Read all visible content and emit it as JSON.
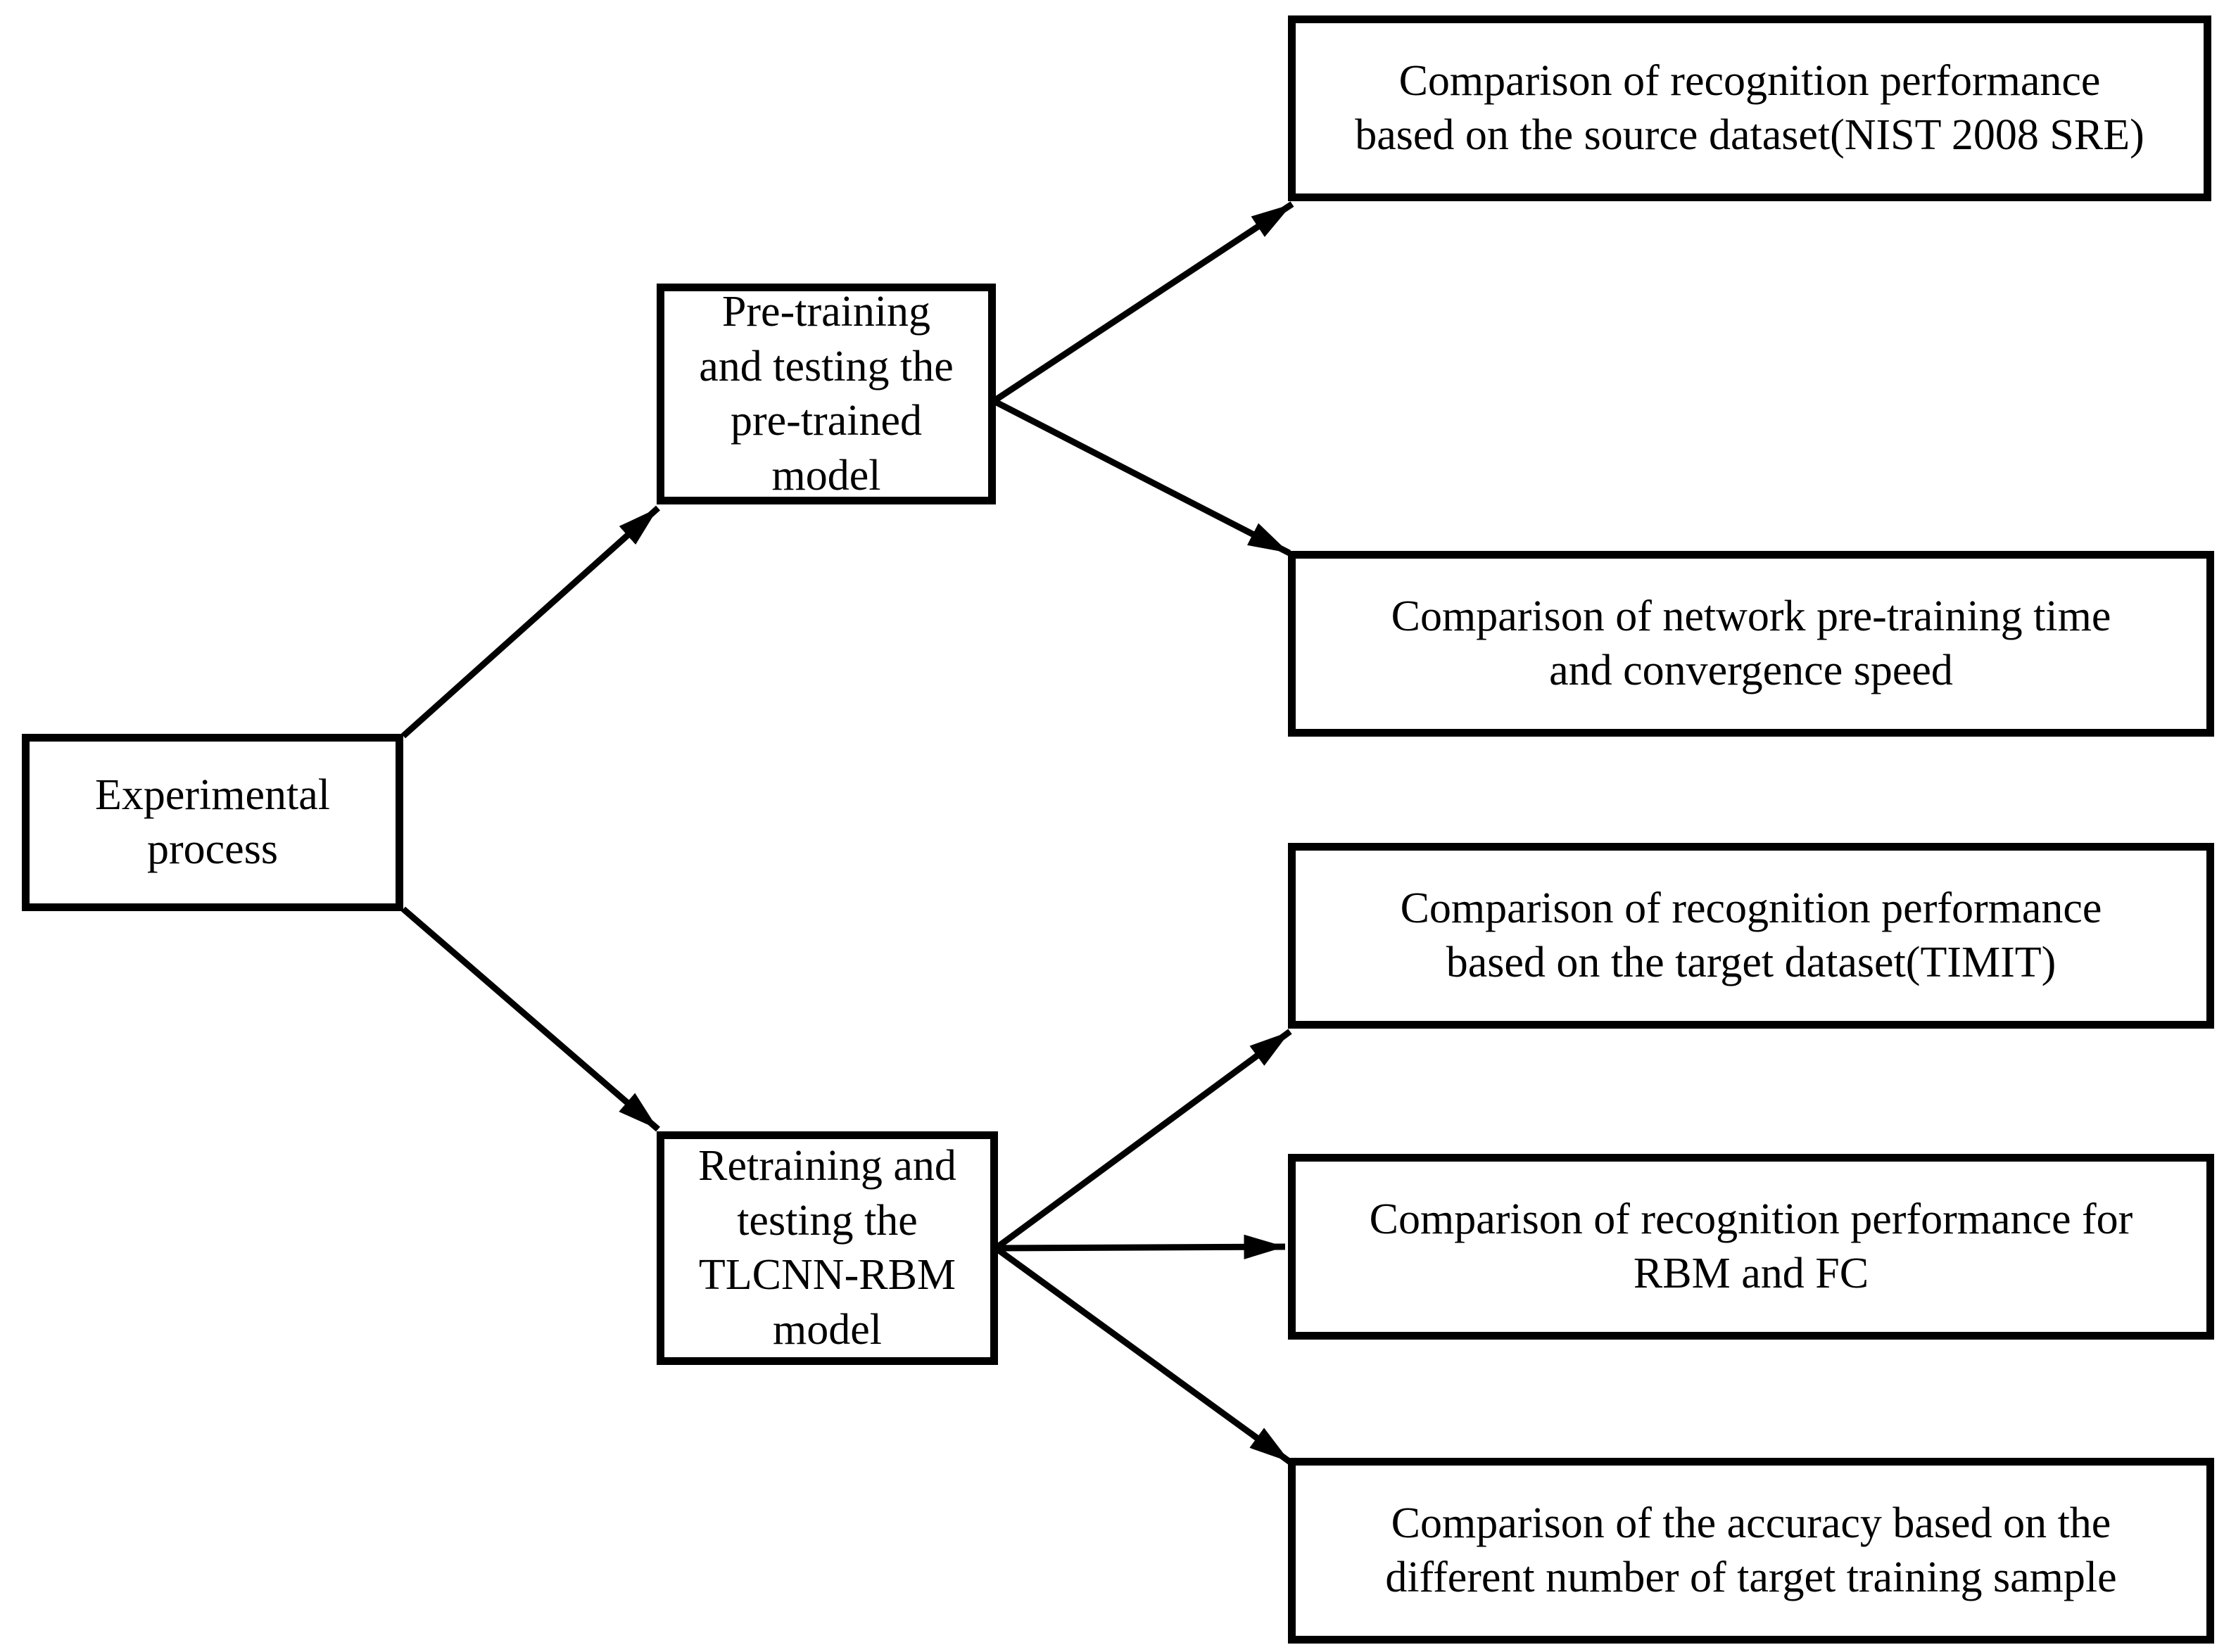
{
  "nodes": {
    "root": {
      "label": "Experimental\nprocess"
    },
    "pretrain": {
      "label": "Pre-training\nand testing the\npre-trained\nmodel"
    },
    "retrain": {
      "label": "Retraining and\ntesting the\nTLCNN-RBM\nmodel"
    },
    "r1": {
      "label": "Comparison of recognition performance\nbased on the source dataset(NIST 2008 SRE)"
    },
    "r2": {
      "label": "Comparison of network pre-training time\nand convergence speed"
    },
    "r3": {
      "label": "Comparison of recognition performance\nbased on the target dataset(TIMIT)"
    },
    "r4": {
      "label": "Comparison of recognition performance for\nRBM and FC"
    },
    "r5": {
      "label": "Comparison of the accuracy based on the\ndifferent number of target training sample"
    }
  },
  "colors": {
    "line": "#000000",
    "background": "#ffffff"
  }
}
